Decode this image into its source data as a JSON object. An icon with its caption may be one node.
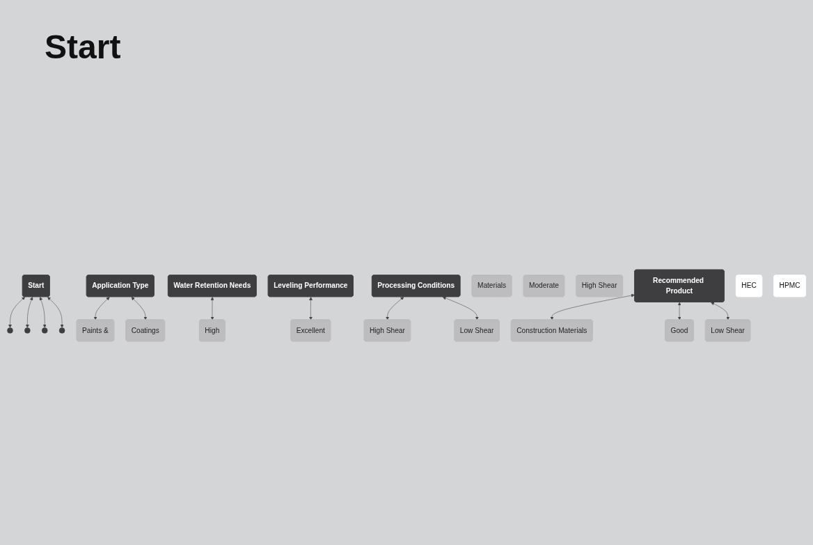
{
  "diagram": {
    "title": "Start",
    "nodes": [
      {
        "text": [
          "Start"
        ]
      },
      {
        "text": [],
        "shape": "circle"
      },
      {
        "text": [],
        "shape": "circle"
      },
      {
        "text": [],
        "shape": "circle"
      },
      {
        "text": [],
        "shape": "circle"
      },
      {
        "text": [
          "Application Type"
        ]
      },
      {
        "text": [
          "Water Retention Needs"
        ]
      },
      {
        "text": [
          "Leveling Performance"
        ]
      },
      {
        "text": [
          "Processing Conditions"
        ]
      },
      {
        "text": [
          "Paints &"
        ]
      },
      {
        "text": [
          "Coatings"
        ]
      },
      {
        "text": [
          "High"
        ]
      },
      {
        "text": [
          "Excellent"
        ]
      },
      {
        "text": [
          "High Shear"
        ]
      },
      {
        "text": [
          "Low Shear"
        ]
      },
      {
        "text": [
          "Construction Materials"
        ]
      },
      {
        "text": [
          "Materials"
        ]
      },
      {
        "text": [
          "Moderate"
        ]
      },
      {
        "text": [
          "Good"
        ]
      },
      {
        "text": [
          "High Shear"
        ]
      },
      {
        "text": [
          "Low Shear"
        ]
      },
      {
        "text": [
          "Recommended Product"
        ]
      },
      {
        "text": [
          "HEC"
        ]
      },
      {
        "text": [
          "HPMC"
        ]
      }
    ],
    "edges": [
      {
        "from": 0,
        "to": 1,
        "arrow": "both"
      },
      {
        "from": 0,
        "to": 2,
        "arrow": "both"
      },
      {
        "from": 0,
        "to": 3,
        "arrow": "both"
      },
      {
        "from": 0,
        "to": 4,
        "arrow": "both"
      },
      {
        "from": 5,
        "to": 9,
        "arrow": "both"
      },
      {
        "from": 5,
        "to": 10,
        "arrow": "both"
      },
      {
        "from": 6,
        "to": 11,
        "arrow": "both"
      },
      {
        "from": 7,
        "to": 12,
        "arrow": "both"
      },
      {
        "from": 8,
        "to": 13,
        "arrow": "both"
      },
      {
        "from": 8,
        "to": 14,
        "arrow": "both"
      },
      {
        "from": 21,
        "to": 15,
        "arrow": "both"
      },
      {
        "from": 21,
        "to": 18,
        "arrow": "both"
      },
      {
        "from": 21,
        "to": 20,
        "arrow": "both"
      }
    ]
  }
}
